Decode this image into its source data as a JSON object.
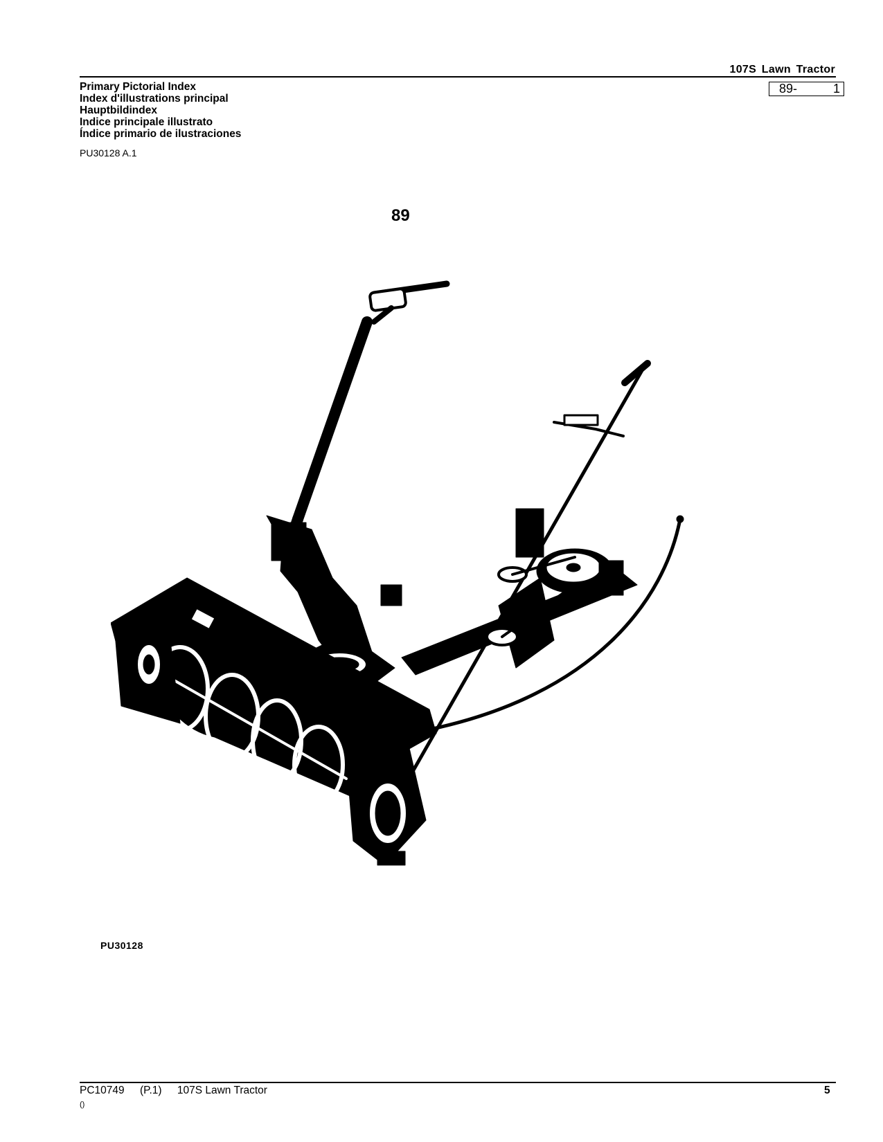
{
  "header": {
    "model_title": "107S Lawn Tractor",
    "page_ref_section": "89-",
    "page_ref_number": "1"
  },
  "titles": [
    "Primary Pictorial Index",
    "Index d'illustrations principal",
    "Hauptbildindex",
    "Indice principale illustrato",
    "Índice primario de ilustraciones"
  ],
  "reference_code": "PU30128 A.1",
  "group_number": "89",
  "figure_id": "PU30128",
  "illustration_subject": "snowblower-attachment",
  "footer": {
    "catalog": "PC10749",
    "revision": "(P.1)",
    "model": "107S Lawn Tractor",
    "page_number": "5",
    "sub_note": "()"
  }
}
